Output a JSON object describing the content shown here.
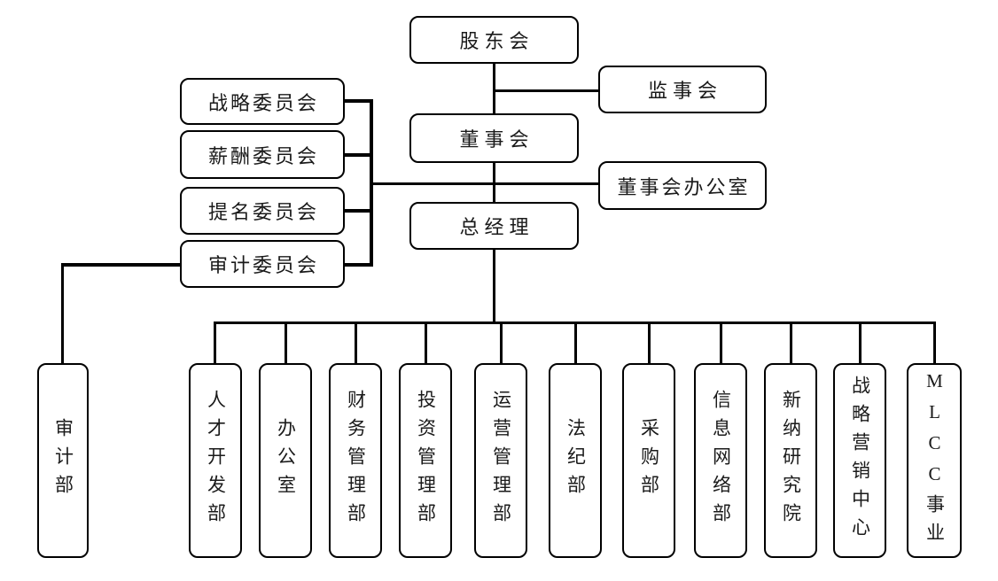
{
  "chart_title": "",
  "colors": {
    "background": "#ffffff",
    "line": "#000000",
    "box_border": "#000000",
    "text": "#1a1a1a"
  },
  "nodes": {
    "shareholders": "股东会",
    "supervisory_board": "监事会",
    "board_of_directors": "董事会",
    "board_office": "董事会办公室",
    "general_manager": "总经理",
    "strategy_committee": "战略委员会",
    "compensation_committee": "薪酬委员会",
    "nomination_committee": "提名委员会",
    "audit_committee": "审计委员会",
    "audit_dept": "审计部",
    "talent_dev_dept": "人才开发部",
    "office": "办公室",
    "finance_dept": "财务管理部",
    "investment_dept": "投资管理部",
    "operations_dept": "运营管理部",
    "discipline_dept": "法纪部",
    "procurement_dept": "采购部",
    "info_network_dept": "信息网络部",
    "xinna_research_institute": "新纳研究院",
    "strategic_marketing_center": "战略营销中心",
    "mlcc_business": "MLCC事业"
  },
  "edges": [
    {
      "from": "shareholders",
      "to": "board_of_directors"
    },
    {
      "from": "shareholders",
      "to": "supervisory_board"
    },
    {
      "from": "board_of_directors",
      "to": "strategy_committee"
    },
    {
      "from": "board_of_directors",
      "to": "compensation_committee"
    },
    {
      "from": "board_of_directors",
      "to": "nomination_committee"
    },
    {
      "from": "board_of_directors",
      "to": "audit_committee"
    },
    {
      "from": "board_of_directors",
      "to": "board_office"
    },
    {
      "from": "board_of_directors",
      "to": "general_manager"
    },
    {
      "from": "audit_committee",
      "to": "audit_dept"
    },
    {
      "from": "general_manager",
      "to": "talent_dev_dept"
    },
    {
      "from": "general_manager",
      "to": "office"
    },
    {
      "from": "general_manager",
      "to": "finance_dept"
    },
    {
      "from": "general_manager",
      "to": "investment_dept"
    },
    {
      "from": "general_manager",
      "to": "operations_dept"
    },
    {
      "from": "general_manager",
      "to": "discipline_dept"
    },
    {
      "from": "general_manager",
      "to": "procurement_dept"
    },
    {
      "from": "general_manager",
      "to": "info_network_dept"
    },
    {
      "from": "general_manager",
      "to": "xinna_research_institute"
    },
    {
      "from": "general_manager",
      "to": "strategic_marketing_center"
    },
    {
      "from": "general_manager",
      "to": "mlcc_business"
    }
  ]
}
